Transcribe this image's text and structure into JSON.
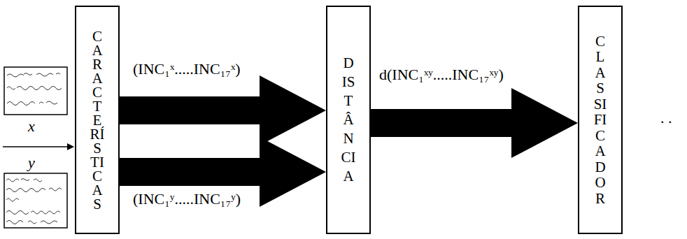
{
  "diagram": {
    "nodes": [
      {
        "text": [
          "CARACTERÍSTICAS"
        ]
      },
      {
        "text": [
          "DISTÂNCIA"
        ]
      },
      {
        "text": [
          "CLASSIFICADOR"
        ]
      }
    ],
    "edges": [
      {
        "from": 0,
        "to": 1,
        "arrow": "to",
        "label": "(INC₁ˣ.....INC₁₇ˣ)"
      },
      {
        "from": 0,
        "to": 1,
        "arrow": "to",
        "label": "(INC₁ʸ.....INC₁₇ʸ)"
      },
      {
        "from": 1,
        "to": 2,
        "arrow": "to",
        "label": "d(INC₁ˣʸ.....INC₁₇ˣʸ)"
      }
    ],
    "labels": [
      "x",
      "y",
      ". ."
    ]
  }
}
